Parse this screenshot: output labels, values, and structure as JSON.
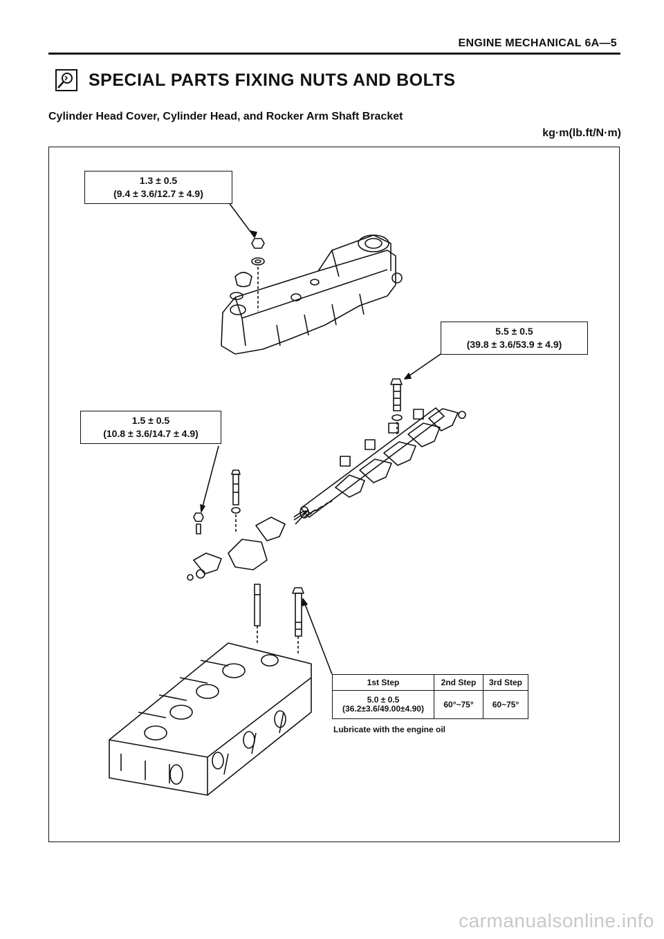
{
  "header": {
    "title": "ENGINE MECHANICAL 6A—5"
  },
  "section": {
    "icon": "magnifier-icon",
    "title": "SPECIAL PARTS FIXING NUTS AND BOLTS"
  },
  "subtitle": "Cylinder Head Cover, Cylinder Head, and Rocker Arm Shaft Bracket",
  "units": "kg·m(lb.ft/N·m)",
  "callouts": {
    "cover_nut": {
      "line1": "1.3 ± 0.5",
      "line2": "(9.4 ± 3.6/12.7 ± 4.9)"
    },
    "bracket_bolt": {
      "line1": "5.5 ± 0.5",
      "line2": "(39.8 ± 3.6/53.9 ± 4.9)"
    },
    "stud_nut": {
      "line1": "1.5 ± 0.5",
      "line2": "(10.8 ± 3.6/14.7 ± 4.9)"
    }
  },
  "step_table": {
    "headers": [
      "1st Step",
      "2nd Step",
      "3rd Step"
    ],
    "row": {
      "step1_line1": "5.0 ± 0.5",
      "step1_line2": "(36.2±3.6/49.00±4.90)",
      "step2": "60°~75°",
      "step3": "60~75°"
    }
  },
  "note": "Lubricate with the engine oil",
  "watermark": "carmanualsonline.info"
}
